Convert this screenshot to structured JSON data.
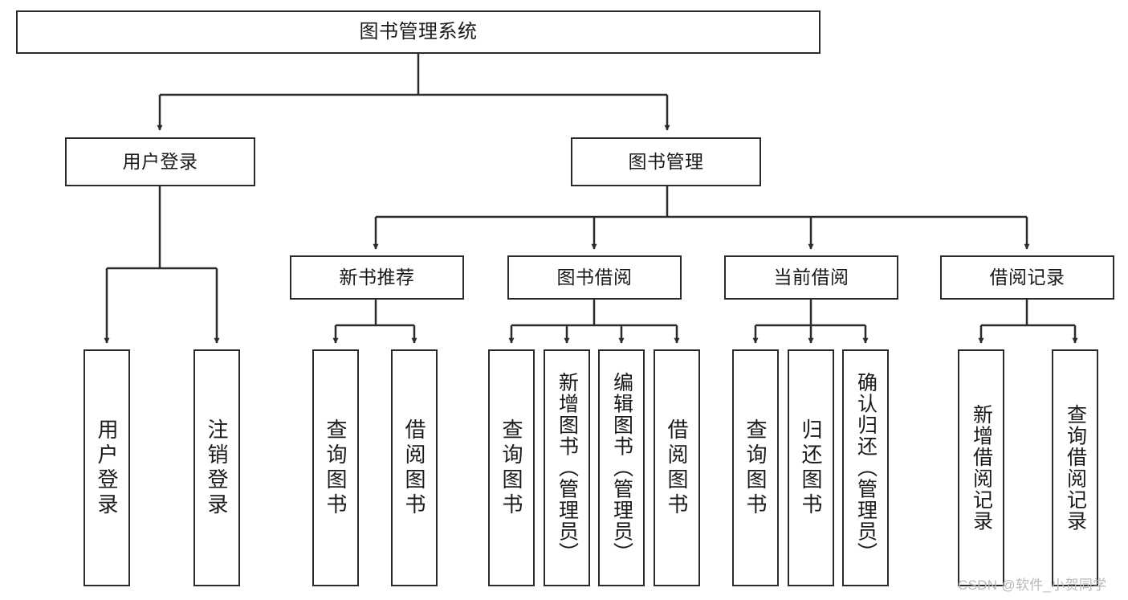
{
  "diagram": {
    "type": "tree-hierarchy",
    "title": "图书管理系统",
    "watermark": "CSDN @软件_小贺同学",
    "colors": {
      "stroke": "#2b2b2b",
      "fill": "#ffffff",
      "text": "#1a1a1a",
      "watermark": "#b9b9b9"
    },
    "levels": [
      {
        "level": 1,
        "labels": [
          "图书管理系统"
        ]
      },
      {
        "level": 2,
        "labels": [
          "用户登录",
          "图书管理"
        ]
      },
      {
        "level": 3,
        "labels": [
          "新书推荐",
          "图书借阅",
          "当前借阅",
          "借阅记录"
        ]
      },
      {
        "level": 4,
        "labels": [
          "用户登录",
          "注销登录",
          "查询图书",
          "借阅图书",
          "查询图书",
          "新增图书（管理员）",
          "编辑图书（管理员）",
          "借阅图书",
          "查询图书",
          "归还图书",
          "确认归还（管理员）",
          "新增借阅记录",
          "查询借阅记录"
        ]
      }
    ],
    "nodes": {
      "root": {
        "label": "图书管理系统"
      },
      "user_login": {
        "label": "用户登录"
      },
      "book_mgmt": {
        "label": "图书管理"
      },
      "new_book_rec": {
        "label": "新书推荐"
      },
      "book_borrow": {
        "label": "图书借阅"
      },
      "current_borrow": {
        "label": "当前借阅"
      },
      "borrow_record": {
        "label": "借阅记录"
      },
      "leaf_user_login": {
        "label": "用户登录"
      },
      "leaf_logout": {
        "label": "注销登录"
      },
      "leaf_query_book_1": {
        "label": "查询图书"
      },
      "leaf_borrow_book_1": {
        "label": "借阅图书"
      },
      "leaf_query_book_2": {
        "label": "查询图书"
      },
      "leaf_add_book": {
        "label": "新增图书（管理员）"
      },
      "leaf_edit_book": {
        "label": "编辑图书（管理员）"
      },
      "leaf_borrow_book_2": {
        "label": "借阅图书"
      },
      "leaf_query_book_3": {
        "label": "查询图书"
      },
      "leaf_return_book": {
        "label": "归还图书"
      },
      "leaf_confirm_return": {
        "label": "确认归还（管理员）"
      },
      "leaf_add_record": {
        "label": "新增借阅记录"
      },
      "leaf_query_record": {
        "label": "查询借阅记录"
      }
    },
    "edges": [
      {
        "from": "root",
        "to": "user_login"
      },
      {
        "from": "root",
        "to": "book_mgmt"
      },
      {
        "from": "user_login",
        "to": "leaf_user_login"
      },
      {
        "from": "user_login",
        "to": "leaf_logout"
      },
      {
        "from": "book_mgmt",
        "to": "new_book_rec"
      },
      {
        "from": "book_mgmt",
        "to": "book_borrow"
      },
      {
        "from": "book_mgmt",
        "to": "current_borrow"
      },
      {
        "from": "book_mgmt",
        "to": "borrow_record"
      },
      {
        "from": "new_book_rec",
        "to": "leaf_query_book_1"
      },
      {
        "from": "new_book_rec",
        "to": "leaf_borrow_book_1"
      },
      {
        "from": "book_borrow",
        "to": "leaf_query_book_2"
      },
      {
        "from": "book_borrow",
        "to": "leaf_add_book"
      },
      {
        "from": "book_borrow",
        "to": "leaf_edit_book"
      },
      {
        "from": "book_borrow",
        "to": "leaf_borrow_book_2"
      },
      {
        "from": "current_borrow",
        "to": "leaf_query_book_3"
      },
      {
        "from": "current_borrow",
        "to": "leaf_return_book"
      },
      {
        "from": "current_borrow",
        "to": "leaf_confirm_return"
      },
      {
        "from": "borrow_record",
        "to": "leaf_add_record"
      },
      {
        "from": "borrow_record",
        "to": "leaf_query_record"
      }
    ]
  }
}
